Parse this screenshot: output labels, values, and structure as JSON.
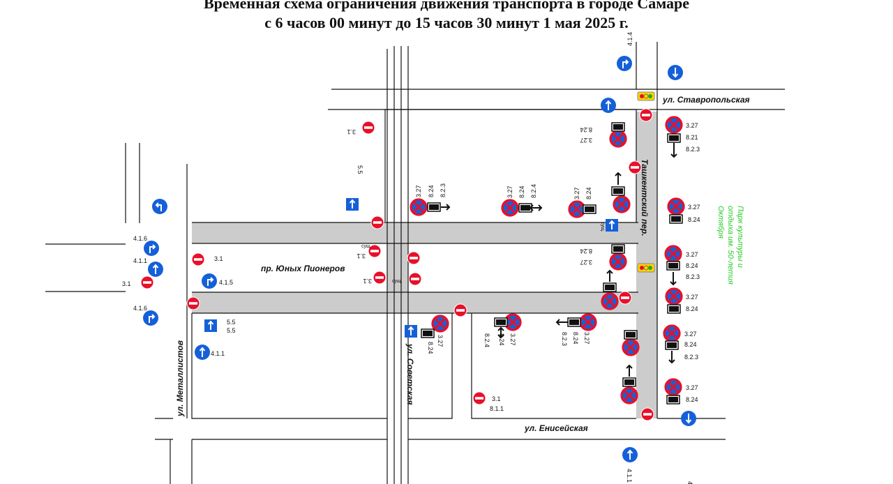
{
  "title_line1": "Временная схема ограничения движения транспорта в городе Самаре",
  "title_line2": "с 6 часов 00 минут до 15 часов 30 минут 1 мая 2025 г.",
  "streets": {
    "stavropolskaya": "ул. Ставропольская",
    "tashkentsky": "Ташкентский пер.",
    "yunykh_pionerov": "пр. Юных Пионеров",
    "metallistov": "ул. Металлистов",
    "sovetskaya": "ул. Советская",
    "eniseyskaya": "ул. Енисейская"
  },
  "park_label": [
    "Парк культуры и",
    "отдыха им. 50-летия",
    "Октября"
  ],
  "sign_codes": {
    "no_entry": "3.1",
    "no_parking": "3.27",
    "tow_truck": "8.24",
    "direction_2_3": "8.2.3",
    "direction_2_4": "8.2.4",
    "direction_2_1": "8.21",
    "one_way": "5.5",
    "straight": "4.1.1",
    "right": "4.1.4",
    "left": "4.1.6",
    "turn": "4.1.5",
    "distance": "8.1.1",
    "existing": "сущ."
  },
  "colors": {
    "road_closed": "#cccccc",
    "prohibit_red": "#e8102a",
    "mandatory_blue": "#1560d8",
    "park_green": "#22cc22",
    "traffic_light_yellow": "#ffd200"
  }
}
